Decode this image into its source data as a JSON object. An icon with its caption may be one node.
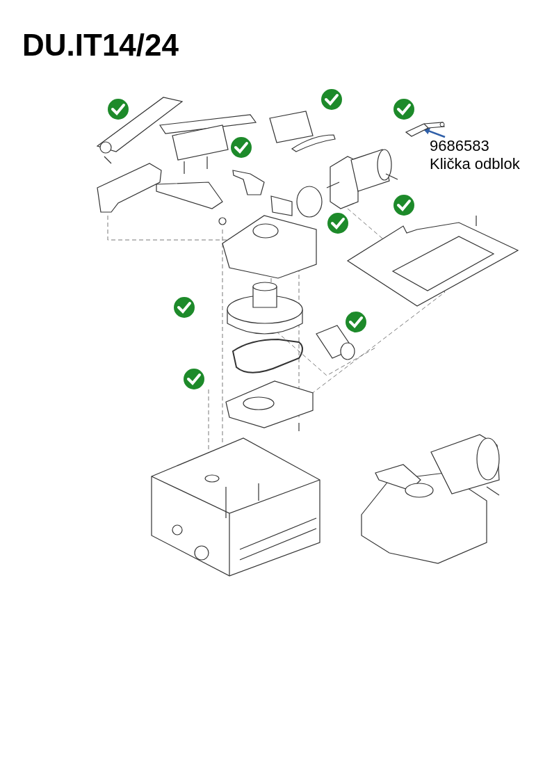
{
  "diagram": {
    "title": "DU.IT14/24",
    "nodes": [
      {
        "text": [
          "9686583",
          "Klička odblok"
        ]
      },
      {
        "text": [],
        "shape": "picture"
      }
    ],
    "edges": [
      {
        "from": 0,
        "to": 1,
        "arrow": "to"
      }
    ]
  }
}
